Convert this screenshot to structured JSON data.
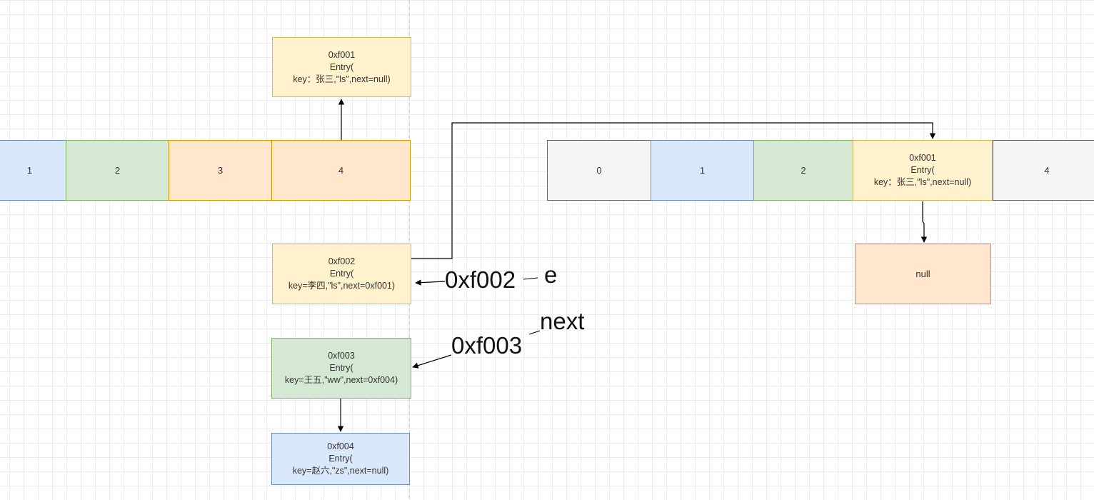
{
  "left_array": {
    "cells": [
      "1",
      "2",
      "3",
      "4"
    ]
  },
  "left_top_entry": {
    "text": "0xf001\nEntry(\nkey：张三,\"ls\",next=null)"
  },
  "left_entries": [
    {
      "text": "0xf002\nEntry(\nkey=李四,\"ls\",next=0xf001)"
    },
    {
      "text": "0xf003\nEntry(\nkey=王五,\"ww\",next=0xf004)"
    },
    {
      "text": "0xf004\nEntry(\nkey=赵六,\"zs\",next=null)"
    }
  ],
  "right_array": {
    "cells": [
      "0",
      "1",
      "2",
      "0xf001\nEntry(\nkey：张三,\"ls\",next=null)",
      "4"
    ]
  },
  "right_null": {
    "text": "null"
  },
  "annotations": {
    "e_pointer": {
      "address": "0xf002",
      "name": "e"
    },
    "next_pointer": {
      "address": "0xf003",
      "name": "next"
    }
  },
  "colors": {
    "blue_fill": "#dae8fc",
    "green_fill": "#d5e8d4",
    "orange_fill": "#ffe6cc",
    "yellow_fill": "#fff2cc",
    "gray_fill": "#f5f5f5"
  }
}
